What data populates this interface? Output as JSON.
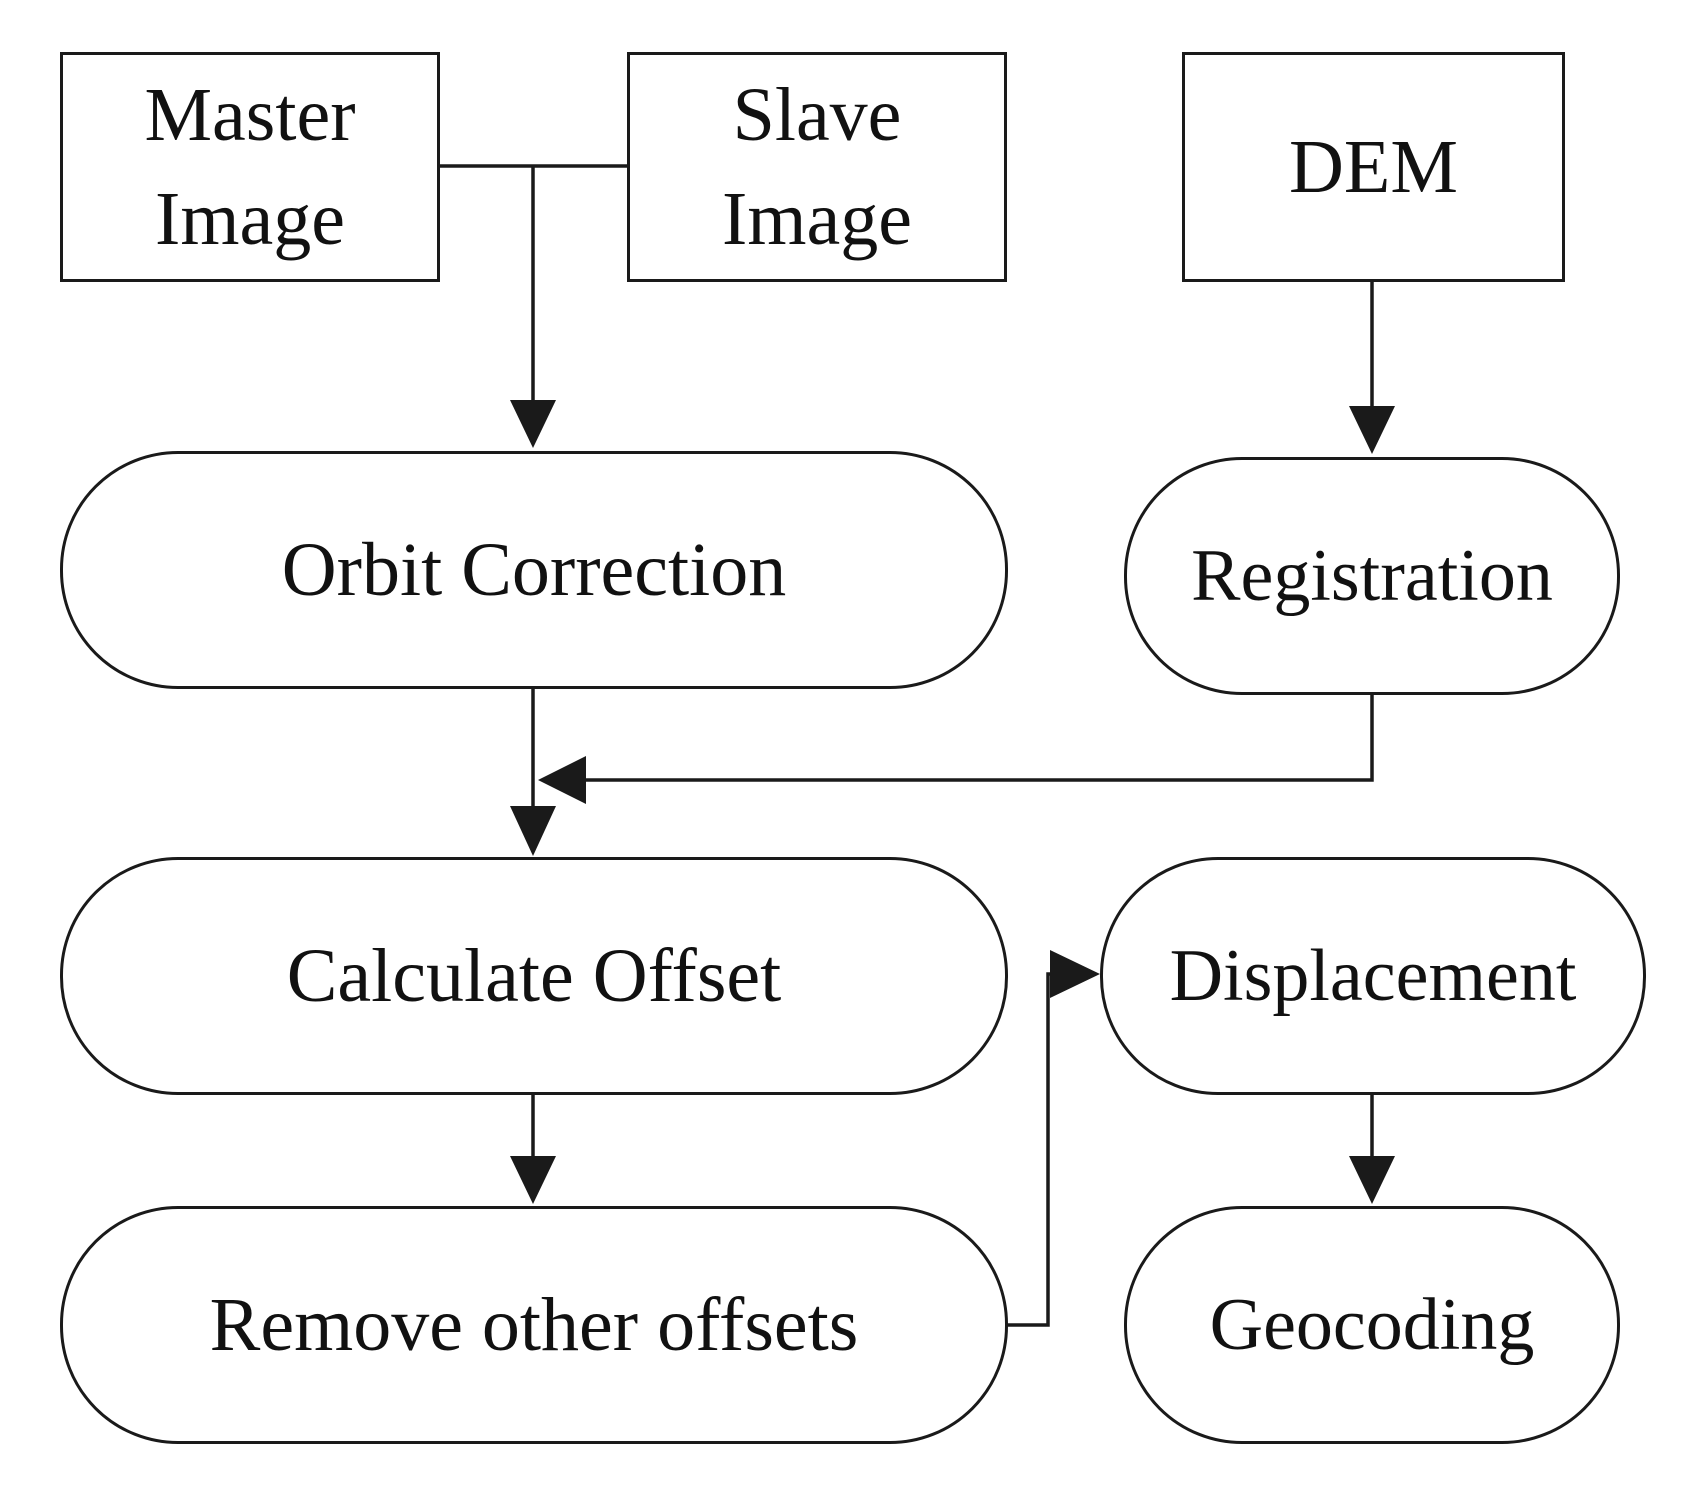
{
  "nodes": {
    "master_image": {
      "line1": "Master",
      "line2": "Image"
    },
    "slave_image": {
      "line1": "Slave",
      "line2": "Image"
    },
    "dem": {
      "label": "DEM"
    },
    "orbit_correction": {
      "label": "Orbit Correction"
    },
    "registration": {
      "label": "Registration"
    },
    "calculate_offset": {
      "label": "Calculate Offset"
    },
    "displacement": {
      "label": "Displacement"
    },
    "remove_other_offsets": {
      "label": "Remove other offsets"
    },
    "geocoding": {
      "label": "Geocoding"
    }
  },
  "edges": [
    {
      "from": "master_image",
      "to": "orbit_correction"
    },
    {
      "from": "slave_image",
      "to": "orbit_correction"
    },
    {
      "from": "dem",
      "to": "registration"
    },
    {
      "from": "orbit_correction",
      "to": "calculate_offset"
    },
    {
      "from": "registration",
      "to": "calculate_offset"
    },
    {
      "from": "calculate_offset",
      "to": "remove_other_offsets"
    },
    {
      "from": "remove_other_offsets",
      "to": "displacement"
    },
    {
      "from": "displacement",
      "to": "geocoding"
    }
  ],
  "colors": {
    "stroke": "#1a1a1a",
    "text": "#111111",
    "background": "#ffffff"
  }
}
